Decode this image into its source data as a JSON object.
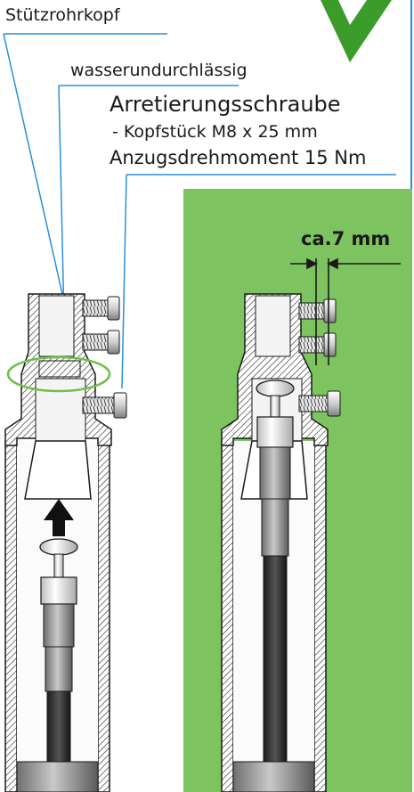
{
  "labels": {
    "tube_head": "Stützrohrkopf",
    "waterproof": "wasserundurchlässig",
    "screw_title": "Arretierungsschraube",
    "screw_part": "- Kopfstück  M8 x 25 mm",
    "screw_torque": "Anzugsdrehmoment 15 Nm",
    "gap": "ca.7 mm"
  },
  "colors": {
    "panel_green": "#7dc35f",
    "check_green": "#3b9c2a",
    "leader_blue": "#2b8fd8",
    "seal_ring": "#6fbf4a",
    "outline": "#1a1a1a",
    "tube_fill": "#f4f4f4",
    "cable_dark": "#2c2c2c"
  },
  "icons": {
    "check": "check-mark-icon",
    "arrow_up": "arrow-up-icon",
    "gap_arrows": "dimension-arrows-icon"
  }
}
